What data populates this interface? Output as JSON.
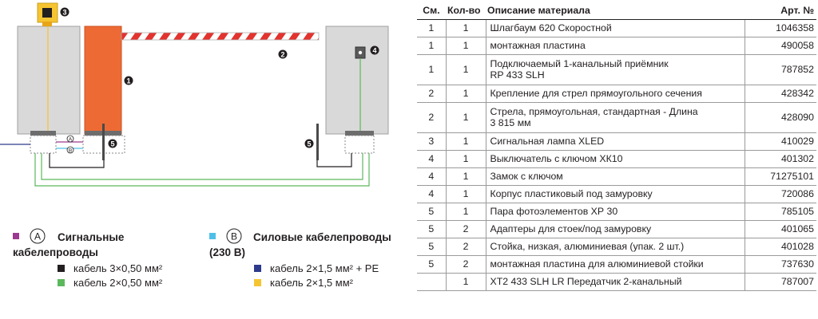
{
  "callouts": {
    "lamp": "3",
    "boom": "2",
    "barrier": "1",
    "key_switch": "4",
    "photocell_left": "5",
    "photocell_right": "5"
  },
  "cable_marks": {
    "a": "A",
    "b": "B"
  },
  "legend": {
    "group_a": {
      "letter": "A",
      "title_line1": "Сигнальные",
      "title_line2": "кабелепроводы",
      "color": "#9b3a8f",
      "items": [
        {
          "label": "кабель 3×0,50 мм²",
          "color": "#231f20"
        },
        {
          "label": "кабель 2×0,50 мм²",
          "color": "#5cb85c"
        }
      ]
    },
    "group_b": {
      "letter": "B",
      "title_line1": "Силовые кабелепроводы",
      "title_line2": "(230 В)",
      "color": "#4ec0e8",
      "items": [
        {
          "label": "кабель 2×1,5 мм² + PE",
          "color": "#2e3a8c"
        },
        {
          "label": "кабель 2×1,5 мм²",
          "color": "#f5c431"
        }
      ]
    }
  },
  "table": {
    "headers": {
      "ref": "См.",
      "qty": "Кол-во",
      "desc": "Описание материала",
      "art": "Арт. №"
    },
    "rows": [
      {
        "ref": "1",
        "qty": "1",
        "desc": "Шлагбаум 620 Скоростной",
        "desc2": "",
        "art": "1046358"
      },
      {
        "ref": "1",
        "qty": "1",
        "desc": "монтажная пластина",
        "desc2": "",
        "art": "490058"
      },
      {
        "ref": "1",
        "qty": "1",
        "desc": "Подключаемый 1-канальный приёмник",
        "desc2": "RP 433 SLH",
        "art": "787852"
      },
      {
        "ref": "2",
        "qty": "1",
        "desc": "Крепление для стрел прямоугольного сечения",
        "desc2": "",
        "art": "428342"
      },
      {
        "ref": "2",
        "qty": "1",
        "desc": "Стрела, прямоугольная, стандартная - Длина",
        "desc2": "3 815 мм",
        "art": "428090"
      },
      {
        "ref": "3",
        "qty": "1",
        "desc": "Сигнальная лампа XLED",
        "desc2": "",
        "art": "410029"
      },
      {
        "ref": "4",
        "qty": "1",
        "desc": "Выключатель с ключом ХК10",
        "desc2": "",
        "art": "401302"
      },
      {
        "ref": "4",
        "qty": "1",
        "desc": "Замок с ключом",
        "desc2": "",
        "art": "71275101"
      },
      {
        "ref": "4",
        "qty": "1",
        "desc": "Корпус пластиковый под замуровку",
        "desc2": "",
        "art": "720086"
      },
      {
        "ref": "5",
        "qty": "1",
        "desc": "Пара фотоэлементов ХР 30",
        "desc2": "",
        "art": "785105"
      },
      {
        "ref": "5",
        "qty": "2",
        "desc": "Адаптеры для стоек/под замуровку",
        "desc2": "",
        "art": "401065"
      },
      {
        "ref": "5",
        "qty": "2",
        "desc": "Стойка, низкая, алюминиевая (упак. 2 шт.)",
        "desc2": "",
        "art": "401028"
      },
      {
        "ref": "5",
        "qty": "2",
        "desc": "монтажная пластина для алюминиевой стойки",
        "desc2": "",
        "art": "737630"
      },
      {
        "ref": "",
        "qty": "1",
        "desc": "XT2 433 SLH LR Передатчик 2-канальный",
        "desc2": "",
        "art": "787007"
      }
    ]
  }
}
